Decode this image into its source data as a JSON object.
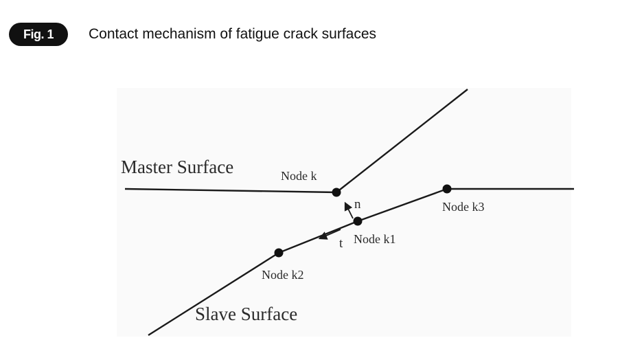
{
  "figure": {
    "badge": "Fig. 1",
    "title": "Contact mechanism of fatigue crack surfaces",
    "badge_color": "#111111"
  },
  "diagram": {
    "line_color": "#1a1a1a",
    "labels": {
      "master_surface": "Master Surface",
      "slave_surface": "Slave Surface",
      "node_k": "Node k",
      "node_k1": "Node k1",
      "node_k2": "Node k2",
      "node_k3": "Node k3",
      "normal_vector": "n",
      "tangent_vector": "t"
    }
  }
}
